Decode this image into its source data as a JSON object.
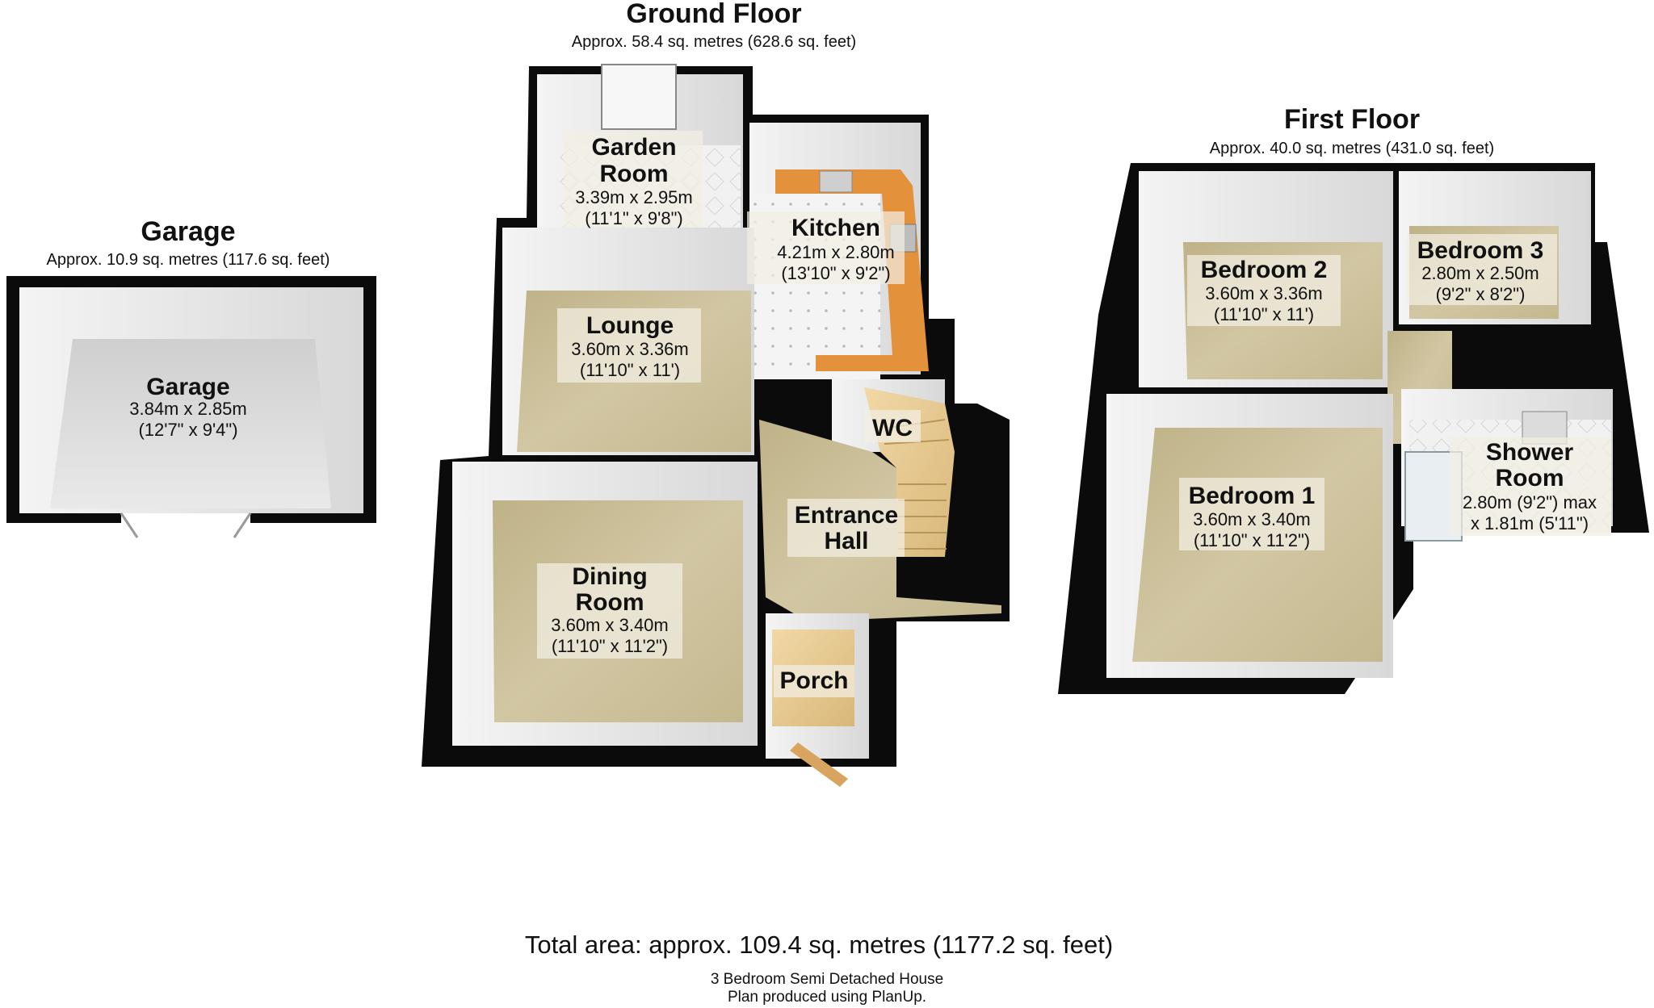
{
  "floors": {
    "ground": {
      "title": "Ground Floor",
      "area": "Approx. 58.4 sq. metres (628.6 sq. feet)"
    },
    "first": {
      "title": "First Floor",
      "area": "Approx. 40.0 sq. metres (431.0 sq. feet)"
    },
    "garage": {
      "title": "Garage",
      "area": "Approx. 10.9 sq. metres (117.6 sq. feet)"
    }
  },
  "rooms": {
    "garden_room": {
      "name_1": "Garden",
      "name_2": "Room",
      "dim_m": "3.39m x 2.95m",
      "dim_ft": "(11'1\" x 9'8\")"
    },
    "kitchen": {
      "name": "Kitchen",
      "dim_m": "4.21m x 2.80m",
      "dim_ft": "(13'10\" x 9'2\")"
    },
    "lounge": {
      "name": "Lounge",
      "dim_m": "3.60m x 3.36m",
      "dim_ft": "(11'10\" x 11')"
    },
    "wc": {
      "name": "WC"
    },
    "entrance_hall": {
      "name_1": "Entrance",
      "name_2": "Hall"
    },
    "dining_room": {
      "name_1": "Dining",
      "name_2": "Room",
      "dim_m": "3.60m x 3.40m",
      "dim_ft": "(11'10\" x 11'2\")"
    },
    "porch": {
      "name": "Porch"
    },
    "garage": {
      "name": "Garage",
      "dim_m": "3.84m x 2.85m",
      "dim_ft": "(12'7\" x 9'4\")"
    },
    "bedroom_2": {
      "name": "Bedroom 2",
      "dim_m": "3.60m x 3.36m",
      "dim_ft": "(11'10\" x 11')"
    },
    "bedroom_3": {
      "name": "Bedroom 3",
      "dim_m": "2.80m x 2.50m",
      "dim_ft": "(9'2\" x 8'2\")"
    },
    "bedroom_1": {
      "name": "Bedroom 1",
      "dim_m": "3.60m x 3.40m",
      "dim_ft": "(11'10\" x 11'2\")"
    },
    "shower_room": {
      "name_1": "Shower",
      "name_2": "Room",
      "dim_1": "2.80m (9'2\") max",
      "dim_2": "x 1.81m (5'11\")"
    }
  },
  "footer": {
    "total": "Total area: approx. 109.4 sq. metres (1177.2 sq. feet)",
    "line_1": "3 Bedroom Semi Detached House",
    "line_2": "Plan produced using PlanUp."
  },
  "colors": {
    "wall": "#0b0b0b",
    "inner_wall": "#e6e6e6",
    "carpet": "#c9bd95",
    "tile": "#eeeeee",
    "concrete": "#d9d9d9",
    "worktop": "#e3913a"
  }
}
